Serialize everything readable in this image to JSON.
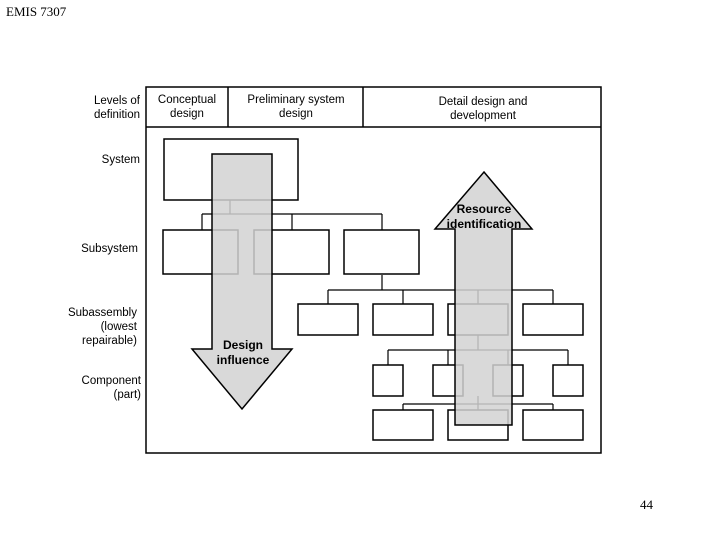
{
  "slide": {
    "course_code": "EMIS 7307",
    "page_number": "44"
  },
  "diagram": {
    "corner_label": "Levels of definition",
    "phases": [
      "Conceptual design",
      "Preliminary system design",
      "Detail design and development"
    ],
    "levels": [
      "System",
      "Subsystem",
      "Subassembly (lowest repairable)",
      "Component (part)"
    ],
    "down_arrow_label": "Design influence",
    "up_arrow_label": "Resource identification",
    "colors": {
      "arrow_fill": "#d2d2d2",
      "line": "#000000",
      "background": "#ffffff"
    }
  }
}
